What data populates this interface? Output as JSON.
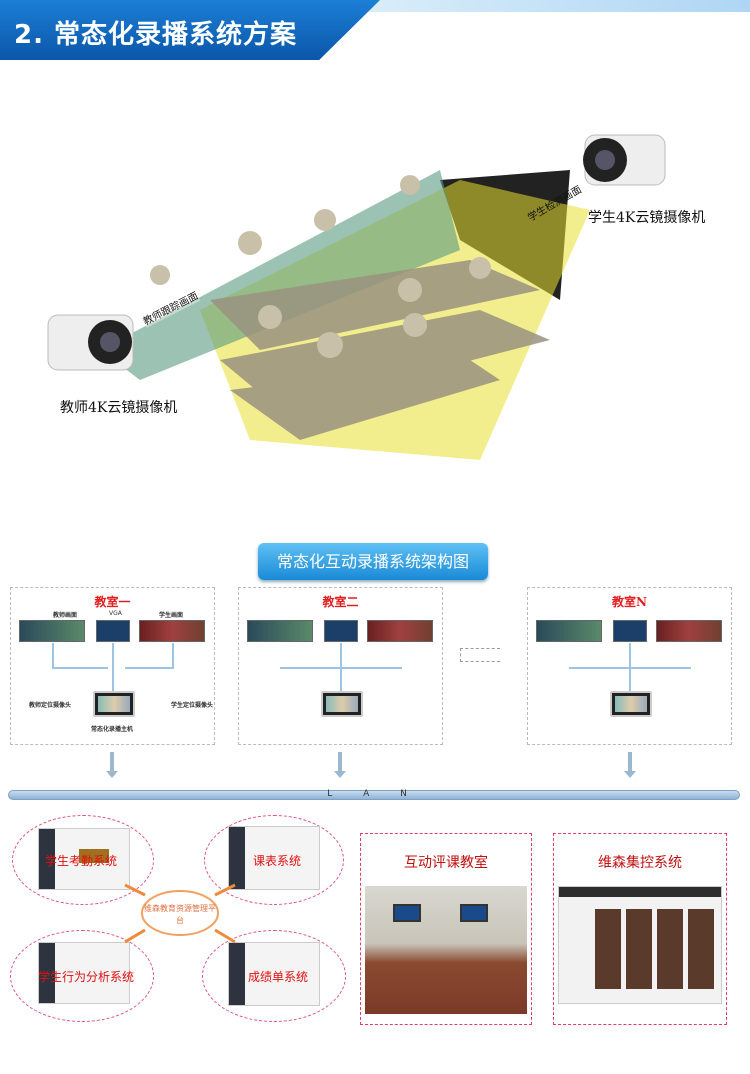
{
  "header": {
    "title": "2. 常态化录播系统方案"
  },
  "illustration": {
    "student_camera_label": "学生4K云镜摄像机",
    "teacher_camera_label": "教师4K云镜摄像机",
    "teacher_zone_label": "教师跟踪画面",
    "student_zone_label": "学生检测画面"
  },
  "architecture": {
    "title": "常态化互动录播系统架构图",
    "classrooms": [
      {
        "name": "教室一"
      },
      {
        "name": "教室二"
      },
      {
        "name": "教室N"
      }
    ],
    "labels": {
      "teacher_view": "教师画面",
      "vga": "VGA",
      "student_view": "学生画面",
      "teacher_locator": "教师定位摄像头",
      "student_locator": "学生定位摄像头",
      "host": "常态化录播主机"
    },
    "lan_label": "L A N"
  },
  "platform": {
    "center": "维森教育资源管理平台",
    "modules": [
      "学生考勤系统",
      "课表系统",
      "学生行为分析系统",
      "成绩单系统"
    ],
    "panels": [
      "互动评课教室",
      "维森集控系统"
    ]
  },
  "colors": {
    "banner": "#0b56a8",
    "accent_red": "#e02020",
    "beam_green": "#5a9a80",
    "beam_yellow": "#e8e030"
  }
}
